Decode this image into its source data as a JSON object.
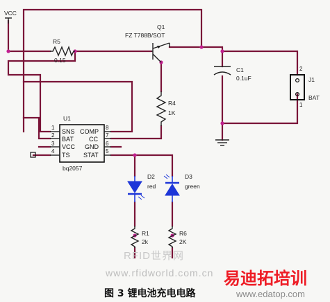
{
  "net_vcc": "VCC",
  "resistors": {
    "r5": {
      "ref": "R5",
      "value": "0.15"
    },
    "r4": {
      "ref": "R4",
      "value": "1K"
    },
    "r1": {
      "ref": "R1",
      "value": "2k"
    },
    "r6": {
      "ref": "R6",
      "value": "2K"
    }
  },
  "transistor": {
    "ref": "Q1",
    "part": "FZ T788B/SOT"
  },
  "capacitor": {
    "ref": "C1",
    "value": "0.1uF"
  },
  "connector": {
    "ref": "J1",
    "label": "BAT",
    "pin1": "1",
    "pin2": "2"
  },
  "ic": {
    "ref": "U1",
    "part": "bq2057",
    "left_pins": [
      {
        "num": "1",
        "name": "SNS"
      },
      {
        "num": "2",
        "name": "BAT"
      },
      {
        "num": "3",
        "name": "VCC"
      },
      {
        "num": "4",
        "name": "TS"
      }
    ],
    "right_pins": [
      {
        "num": "8",
        "name": "COMP"
      },
      {
        "num": "7",
        "name": "CC"
      },
      {
        "num": "6",
        "name": "GND"
      },
      {
        "num": "5",
        "name": "STAT"
      }
    ]
  },
  "leds": {
    "d2": {
      "ref": "D2",
      "color": "red"
    },
    "d3": {
      "ref": "D3",
      "color": "green"
    }
  },
  "watermark": {
    "line1": "RFID世界网",
    "line2": "www.rfidworld.com.cn"
  },
  "brand": {
    "name": "易迪拓培训",
    "url": "www.edatop.com"
  },
  "caption": "图 3  锂电池充电电路",
  "colors": {
    "wire": "#7a1438",
    "node": "#c1208f",
    "led": "#1d36d8",
    "brand": "#ee1c25"
  }
}
